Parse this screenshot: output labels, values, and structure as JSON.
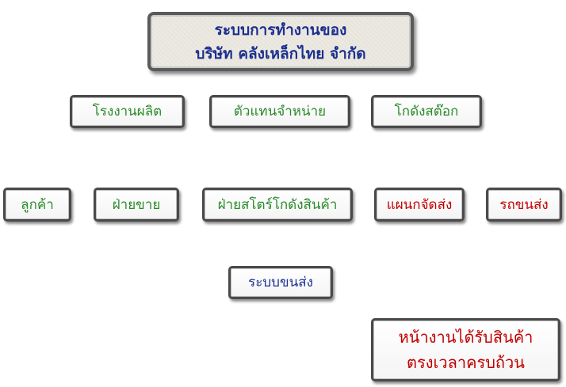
{
  "title": {
    "line1": "ระบบการทำงานของ",
    "line2": "บริษัท คลังเหล็กไทย จำกัด",
    "color": "#1c2f8f"
  },
  "row1": [
    {
      "label": "โรงงานผลิต",
      "color": "#2a8a2a"
    },
    {
      "label": "ตัวแทนจำหน่าย",
      "color": "#2a8a2a"
    },
    {
      "label": "โกดังสต๊อก",
      "color": "#2a8a2a"
    }
  ],
  "row2": [
    {
      "label": "ลูกค้า",
      "color": "#2a8a2a"
    },
    {
      "label": "ฝ่ายขาย",
      "color": "#2a8a2a"
    },
    {
      "label": "ฝ่ายสโตร์โกดังสินค้า",
      "color": "#2a8a2a"
    },
    {
      "label": "แผนกจัดส่ง",
      "color": "#c00000"
    },
    {
      "label": "รถขนส่ง",
      "color": "#c00000"
    }
  ],
  "row3": {
    "label": "ระบบขนส่ง",
    "color": "#1c2f8f"
  },
  "result": {
    "line1": "หน้างานได้รับสินค้า",
    "line2": "ตรงเวลาครบถ้วน",
    "color": "#c00000"
  }
}
